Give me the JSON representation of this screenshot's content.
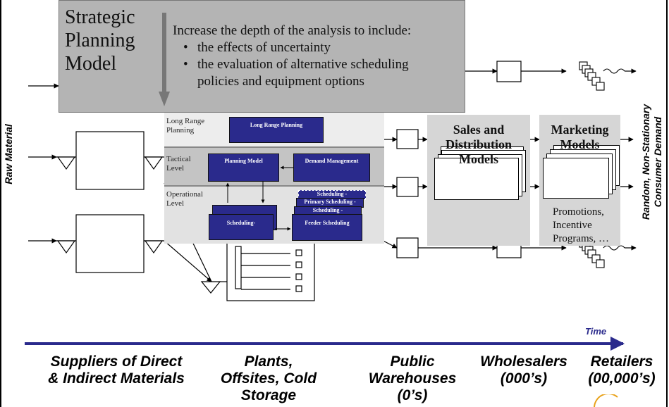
{
  "strategic": {
    "title": "Strategic\nPlanning\nModel",
    "intro": "Increase the depth of the analysis to include:",
    "bullet1": "the effects of uncertainty",
    "bullet2a": "the evaluation of alternative scheduling",
    "bullet2b": "policies and equipment options"
  },
  "hierarchy": {
    "long_range_label": "Long Range\nPlanning",
    "tactical_label": "Tactical\nLevel",
    "operational_label": "Operational\nLevel",
    "long_range_box": "Long Range Planning",
    "planning_model_box": "Planning Model",
    "demand_mgmt_box": "Demand Management",
    "scheduling_box": "Scheduling-",
    "sched_stack_1": "Scheduling -",
    "sched_stack_2": "Primary Scheduling -",
    "sched_stack_3": "Scheduling -",
    "feeder_box": "Feeder Scheduling"
  },
  "sales_panel": {
    "title": "Sales and\nDistribution\nModels"
  },
  "marketing_panel": {
    "title": "Marketing\nModels",
    "note": "Promotions,\nIncentive\nPrograms, …"
  },
  "side_labels": {
    "left": "Raw Material",
    "right": "Random, Non-Stationary\nConsumer Demand"
  },
  "timeline": {
    "label": "Time",
    "arrow_color": "#2a2a8c"
  },
  "stages": [
    "Suppliers of Direct\n& Indirect Materials",
    "Plants,\nOffsites, Cold\nStorage",
    "Public\nWarehouses\n(0’s)",
    "Wholesalers\n(000’s)",
    "Retailers\n(00,000’s)"
  ]
}
